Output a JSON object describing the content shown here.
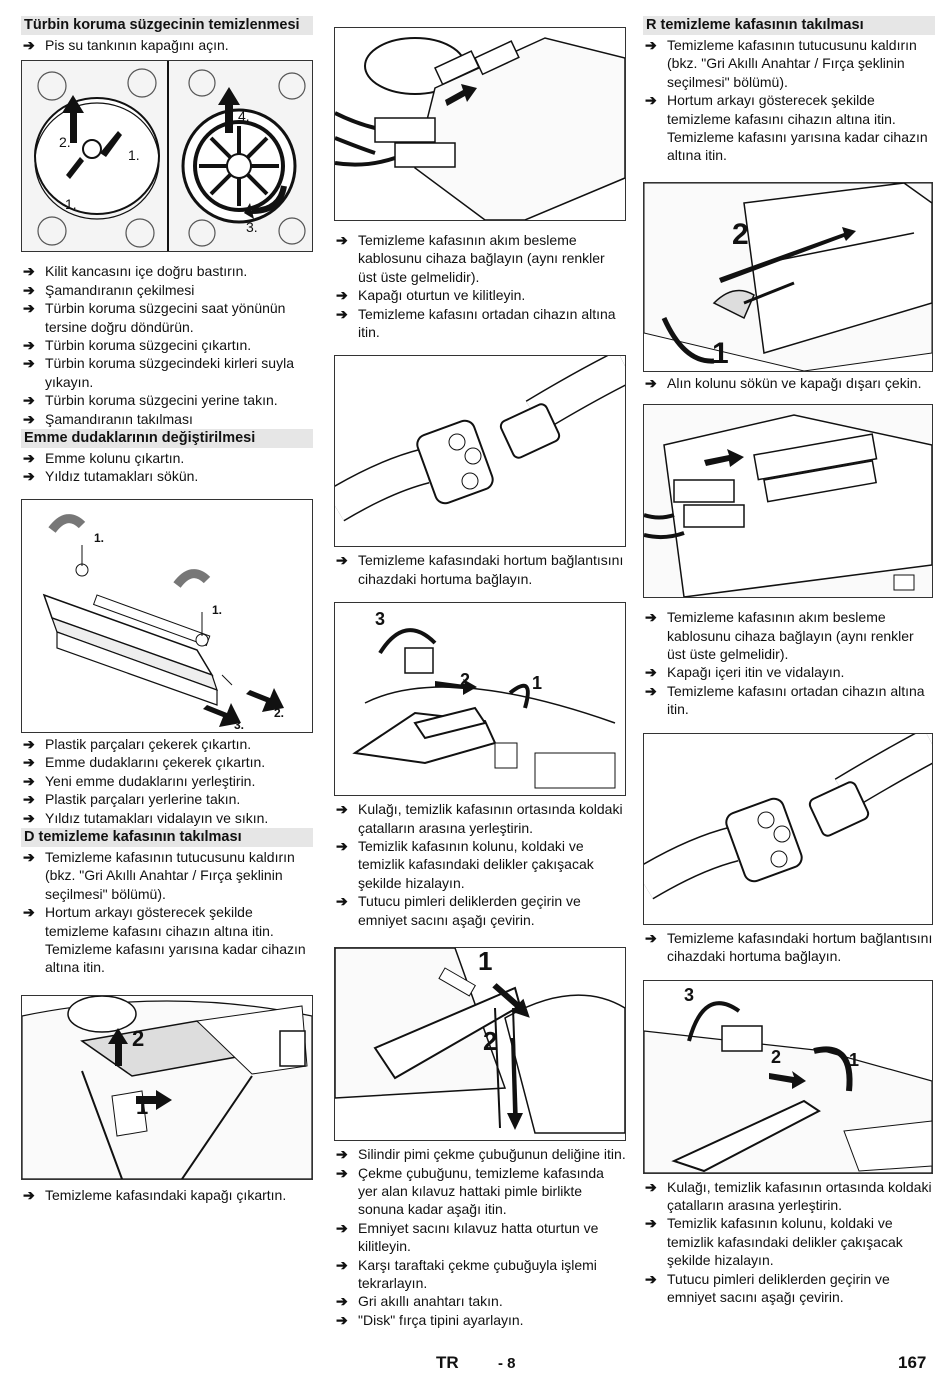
{
  "col1": {
    "h1": "Türbin koruma süzgecinin temizlenmesi",
    "s1": [
      "Pis su tankının kapağını açın."
    ],
    "s2": [
      "Kilit kancasını içe doğru bastırın.",
      "Şamandıranın çekilmesi",
      "Türbin koruma süzgecini saat yönünün tersine doğru döndürün.",
      "Türbin koruma süzgecini çıkartın.",
      "Türbin koruma süzgecindeki kirleri suyla yıkayın.",
      "Türbin koruma süzgecini yerine takın.",
      "Şamandıranın takılması"
    ],
    "h2": "Emme dudaklarının değiştirilmesi",
    "s3": [
      "Emme kolunu çıkartın.",
      "Yıldız tutamakları sökün."
    ],
    "s4": [
      "Plastik parçaları çekerek çıkartın.",
      "Emme dudaklarını çekerek çıkartın.",
      "Yeni emme dudaklarını yerleştirin.",
      "Plastik parçaları yerlerine takın.",
      "Yıldız tutamakları vidalayın ve sıkın."
    ],
    "h3": "D temizleme kafasının takılması",
    "s5": [
      "Temizleme kafasının tutucusunu kaldırın (bkz. \"Gri Akıllı Anahtar / Fırça şeklinin seçilmesi\" bölümü).",
      "Hortum arkayı gösterecek şekilde temizleme kafasını cihazın altına itin. Temizleme kafasını yarısına kadar cihazın altına itin."
    ],
    "s6": [
      "Temizleme kafasındaki kapağı çıkartın."
    ]
  },
  "col2": {
    "s1": [
      "Temizleme kafasının akım besleme kablosunu cihaza bağlayın (aynı renkler üst üste gelmelidir).",
      "Kapağı oturtun ve kilitleyin.",
      "Temizleme kafasını ortadan cihazın altına itin."
    ],
    "s2": [
      "Temizleme kafasındaki hortum bağlantısını cihazdaki hortuma bağlayın."
    ],
    "s3": [
      "Kulağı, temizlik kafasının ortasında koldaki çatalların arasına yerleştirin.",
      "Temizlik kafasının kolunu, koldaki ve temizlik kafasındaki delikler çakışacak şekilde hizalayın.",
      "Tutucu pimleri deliklerden geçirin ve emniyet sacını aşağı çevirin."
    ],
    "s4": [
      "Silindir pimi çekme çubuğunun deliğine itin.",
      "Çekme çubuğunu, temizleme kafasında yer alan kılavuz hattaki pimle birlikte sonuna kadar aşağı itin.",
      "Emniyet sacını kılavuz hatta oturtun ve kilitleyin.",
      "Karşı taraftaki çekme çubuğuyla işlemi tekrarlayın.",
      "Gri akıllı anahtarı takın.",
      "\"Disk\" fırça tipini ayarlayın."
    ]
  },
  "col3": {
    "h1": "R temizleme kafasının takılması",
    "s1": [
      "Temizleme kafasının tutucusunu kaldırın (bkz. \"Gri Akıllı Anahtar / Fırça şeklinin seçilmesi\" bölümü).",
      "Hortum arkayı gösterecek şekilde temizleme kafasını cihazın altına itin. Temizleme kafasını yarısına kadar cihazın altına itin."
    ],
    "s2": [
      "Alın kolunu sökün ve kapağı dışarı çekin."
    ],
    "s3": [
      "Temizleme kafasının akım besleme kablosunu cihaza bağlayın (aynı renkler üst üste gelmelidir).",
      "Kapağı içeri itin ve vidalayın.",
      "Temizleme kafasını ortadan cihazın altına itin."
    ],
    "s4": [
      "Temizleme kafasındaki hortum bağlantısını cihazdaki hortuma bağlayın."
    ],
    "s5": [
      "Kulağı, temizlik kafasının ortasında koldaki çatalların arasına yerleştirin.",
      "Temizlik kafasının kolunu, koldaki ve temizlik kafasındaki delikler çakışacak şekilde hizalayın.",
      "Tutucu pimleri deliklerden geçirin ve emniyet sacını aşağı çevirin."
    ]
  },
  "figs": {
    "f1": [
      "2.",
      "1.",
      "1.",
      "4.",
      "3."
    ],
    "f2": [
      "1.",
      "1.",
      "2.",
      "3."
    ],
    "f3": [
      "2",
      "1"
    ],
    "f6": [
      "3",
      "2",
      "1"
    ],
    "f7": [
      "1",
      "2"
    ],
    "f8": [
      "2",
      "1"
    ],
    "f11": [
      "3",
      "2",
      "1"
    ]
  },
  "footer": {
    "lang": "TR",
    "page_local": "- 8",
    "page": "167"
  },
  "arrow": "➔"
}
